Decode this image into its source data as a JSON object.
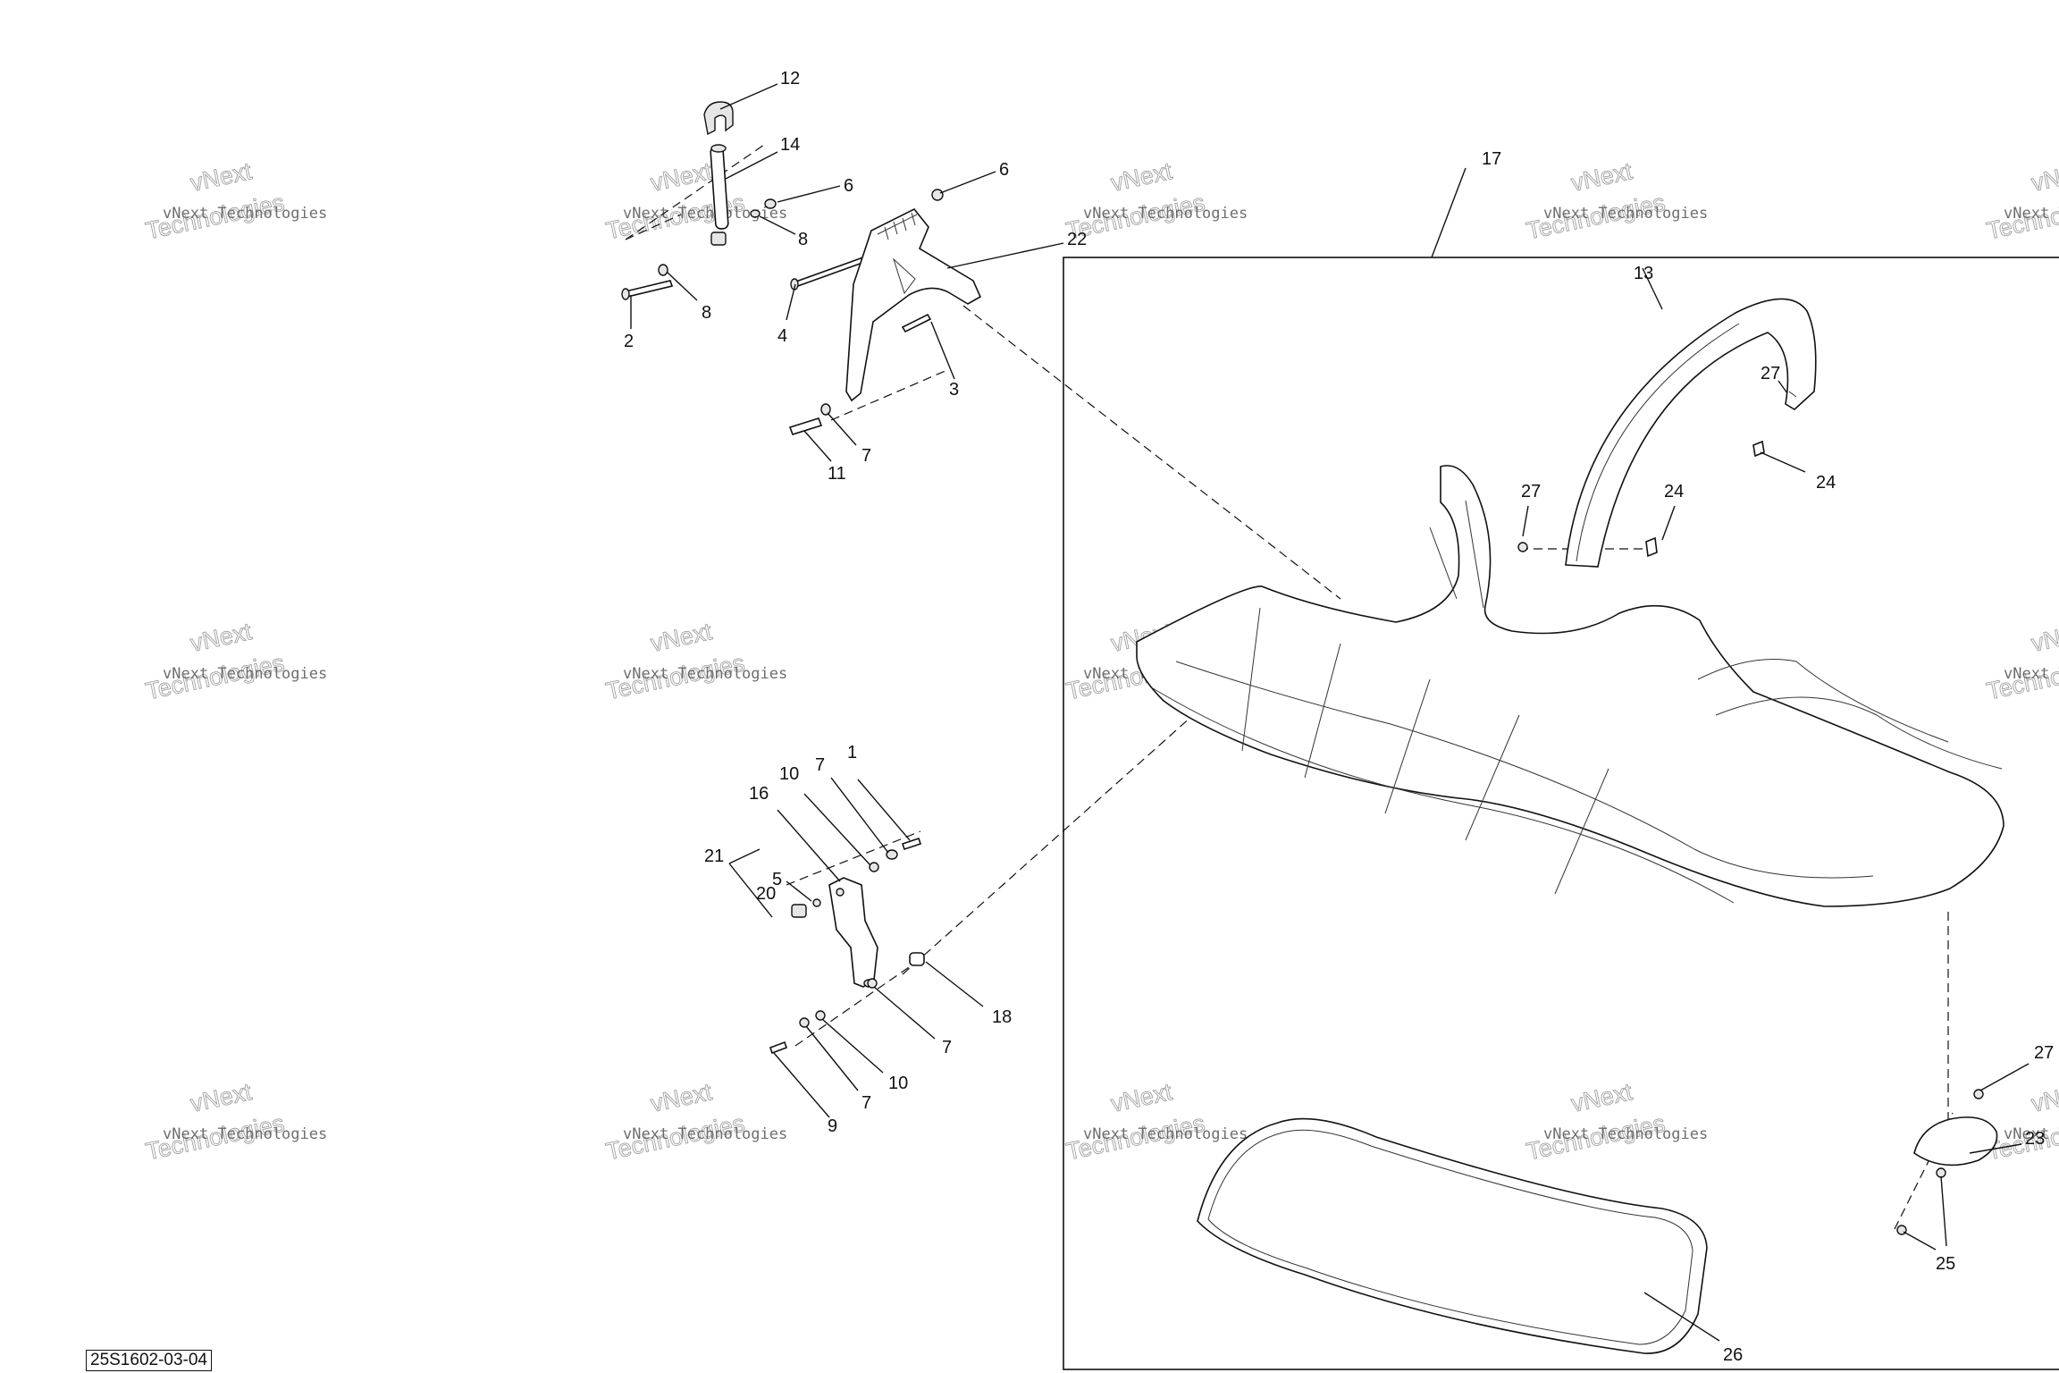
{
  "reference_code": "25S1602-03-04",
  "watermark": {
    "line1": "vNext Technologies",
    "line2": "vNext",
    "line3": "Technologies"
  },
  "callouts": [
    "12",
    "14",
    "6",
    "8",
    "8",
    "6",
    "22",
    "17",
    "2",
    "4",
    "3",
    "7",
    "11",
    "13",
    "27",
    "24",
    "27",
    "24",
    "1",
    "7",
    "10",
    "16",
    "21",
    "5",
    "20",
    "18",
    "7",
    "10",
    "7",
    "9",
    "27",
    "23",
    "25",
    "26"
  ]
}
